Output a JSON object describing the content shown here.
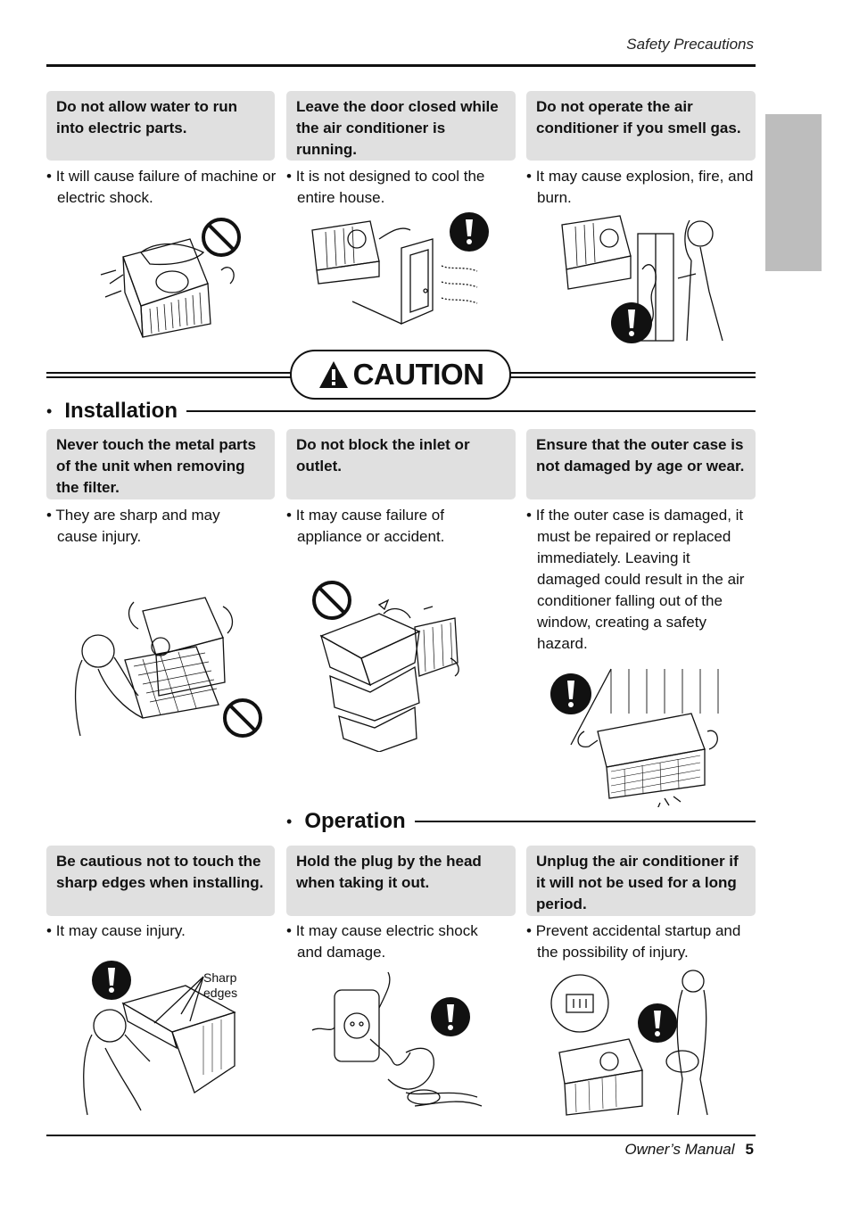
{
  "header": {
    "title": "Safety Precautions"
  },
  "caution": {
    "label": "CAUTION"
  },
  "row1": [
    {
      "heading": "Do not allow water to run into electric parts.",
      "bullet": "It will cause failure of machine or electric shock."
    },
    {
      "heading": "Leave the door closed while the air conditioner is running.",
      "bullet": "It is not designed to cool the entire house."
    },
    {
      "heading": "Do not operate the air conditioner if you smell gas.",
      "bullet": "It may cause explosion, fire, and burn."
    }
  ],
  "installation": {
    "title": "Installation",
    "items": [
      {
        "heading": "Never touch the metal parts of the unit when removing the filter.",
        "bullet": "They are sharp and may cause injury."
      },
      {
        "heading": "Do not block the inlet or outlet.",
        "bullet": "It may cause failure of appliance or accident."
      },
      {
        "heading": "Ensure that the outer case is not damaged by age or wear.",
        "bullet": "If the outer case is damaged, it must be repaired or replaced immediately. Leaving it damaged could result in the air conditioner falling out of the window, creating a safety hazard."
      }
    ]
  },
  "operation": {
    "title": "Operation",
    "items": [
      {
        "heading": "Be cautious not to touch the sharp edges when installing.",
        "bullet": "It may cause injury.",
        "figure_label": "Sharp edges"
      },
      {
        "heading": "Hold the plug by the head when taking it out.",
        "bullet": "It may cause electric shock and damage."
      },
      {
        "heading": "Unplug the air conditioner if it will not be used for a long period.",
        "bullet": "Prevent accidental startup and the possibility of injury."
      }
    ]
  },
  "footer": {
    "manual": "Owner’s Manual",
    "page": "5"
  },
  "icons": [
    "prohibition-icon",
    "warning-exclamation-icon",
    "caution-triangle-icon"
  ]
}
